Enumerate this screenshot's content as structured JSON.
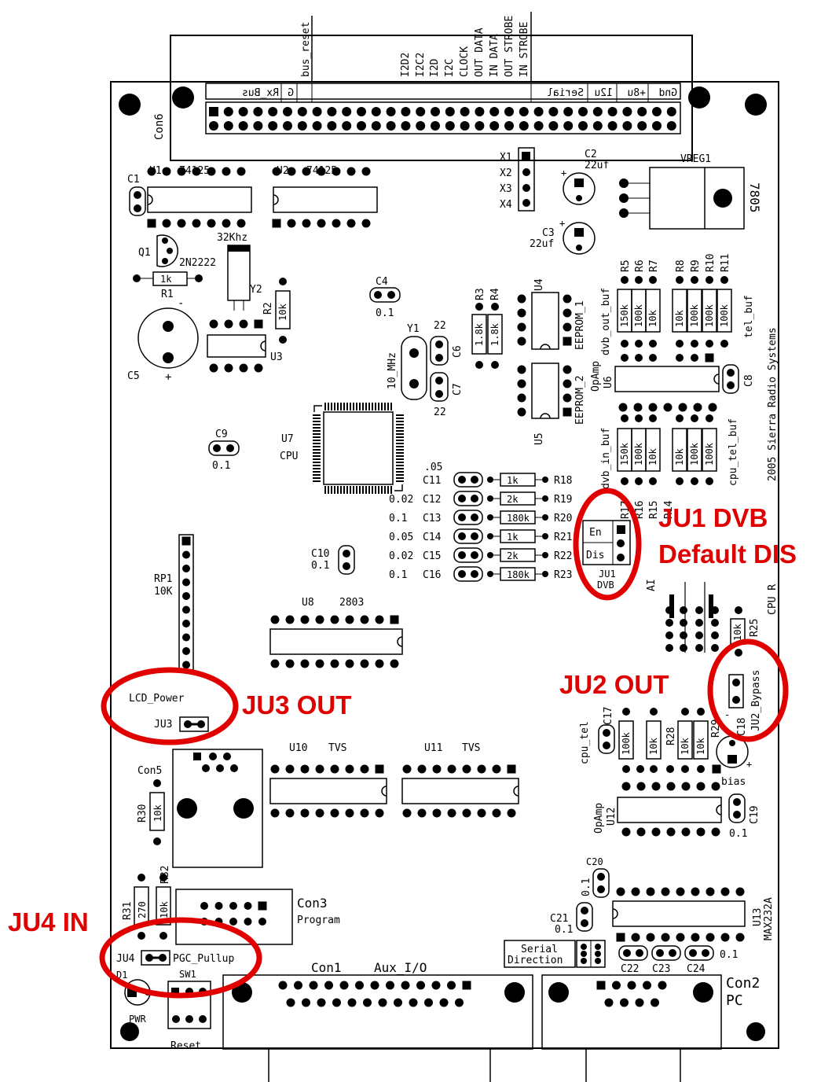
{
  "connector_top": {
    "ref": "Con6",
    "signals": [
      "bus_reset",
      "I2D2",
      "I2C2",
      "I2D",
      "I2C",
      "CLOCK",
      "OUT DATA",
      "IN DATA",
      "OUT STROBE",
      "IN STROBE"
    ],
    "header_labels": [
      "Rx_Bus",
      "G",
      "Serial",
      "12u",
      "+8u",
      "Gnd"
    ]
  },
  "components": {
    "u1": "U1",
    "u1_part": "74125",
    "u2": "U2",
    "u2_part": "74125",
    "c1": "C1",
    "q1": "Q1",
    "q1_part": "2N2222",
    "r1": "R1",
    "r1_val": "1k",
    "y2_val": "32Khz",
    "y2": "Y2",
    "r2": "R2",
    "r2_val": "10k",
    "u3": "U3",
    "c5": "C5",
    "c5_minus": "-",
    "c5_plus": "+",
    "c4": "C4",
    "c4_val": "0.1",
    "x_pins": [
      "X1",
      "X2",
      "X3",
      "X4"
    ],
    "c2": "C2",
    "c2_val": "22uf",
    "c3": "C3",
    "c3_val": "22uf",
    "vreg": "VREG1",
    "vreg_part": "7805",
    "r3": "R3",
    "r4": "R4",
    "r3_val": "1.8k",
    "r4_val": "1.8k",
    "y1": "Y1",
    "y1_val": "10_MHz",
    "c6": "C6",
    "c6_val": "22",
    "c7": "C7",
    "c7_val": "22",
    "u4": "U4",
    "eeprom1": "EEPROM_1",
    "u5": "U5",
    "eeprom2": "EEPROM_2",
    "r_top": [
      "R5",
      "R6",
      "R7",
      "R8",
      "R9",
      "R10",
      "R11"
    ],
    "r_top_vals": [
      "150k",
      "100k",
      "10k",
      "10k",
      "100k",
      "100k",
      "100k"
    ],
    "dvb_out_buf": "dvb_out_buf",
    "tel_buf": "tel_buf",
    "opamp": "OpAmp",
    "u6": "U6",
    "c8": "C8",
    "company": "2005 Sierra Radio Systems",
    "r_mid_vals": [
      "150k",
      "100k",
      "10k",
      "10k",
      "100k",
      "100k"
    ],
    "dvb_in_buf": "dvb_in_buf",
    "cpu_tel_buf": "cpu_tel_buf",
    "r_mid_refs": [
      "R17",
      "R16",
      "R15",
      "R14"
    ],
    "c9": "C9",
    "c9_val": "0.1",
    "u7": "U7",
    "u7_part": "CPU",
    "c11_val": ".05",
    "c_filter": [
      "C11",
      "C12",
      "C13",
      "C14",
      "C15",
      "C16"
    ],
    "c_filter_vals": [
      "",
      "0.02",
      "0.1",
      "0.05",
      "0.02",
      "0.1"
    ],
    "r_filter_vals": [
      "1k",
      "2k",
      "180k",
      "1k",
      "2k",
      "180k"
    ],
    "r_filter_refs": [
      "R18",
      "R19",
      "R20",
      "R21",
      "R22",
      "R23"
    ],
    "ju1_en": "En",
    "ju1_dis": "Dis",
    "ju1": "JU1",
    "ju1_dvb": "DVB",
    "c10": "C10",
    "c10_val": "0.1",
    "rp1": "RP1",
    "rp1_val": "10K",
    "u8": "U8",
    "u8_part": "2803",
    "ai": "AI",
    "cpu_r": "CPU R",
    "r25": "R25",
    "r25_val": "10k",
    "lcd_power": "LCD_Power",
    "ju3": "JU3",
    "ju2_bypass": "JU2_Bypass",
    "c18": "C18",
    "cpu_tel": "cpu_tel",
    "c17": "C17",
    "r_low_vals": [
      "100k",
      "10k",
      "10k",
      "10k"
    ],
    "r28": "R28",
    "r29": "R29",
    "bias": "bias",
    "u10": "U10",
    "u10_part": "TVS",
    "u11": "U11",
    "u11_part": "TVS",
    "con5": "Con5",
    "r30": "R30",
    "r30_val": "10k",
    "u12": "U12",
    "opamp2": "OpAmp",
    "c19": "C19",
    "c19_val": "0.1",
    "r32": "R32",
    "r31": "R31",
    "r31_val": "270",
    "r32_val": "10k",
    "con3": "Con3",
    "con3_sub": "Program",
    "c20": "C20",
    "c20_val": "0.1",
    "c21": "C21",
    "c21_val": "0.1",
    "u13": "U13",
    "u13_part": "MAX232A",
    "serial_dir": "Serial",
    "serial_dir2": "Direction",
    "c22": "C22",
    "c23": "C23",
    "c24": "C24",
    "c24_val": "0.1",
    "ju4": "JU4",
    "pgc_pullup": "PGC_Pullup",
    "d1": "D1",
    "pwr": "PWR",
    "sw1": "SW1",
    "reset": "Reset",
    "con1": "Con1",
    "con1_sub": "Aux_I/O",
    "con2": "Con2",
    "con2_sub": "PC"
  },
  "annotations": {
    "ju1_line1": "JU1 DVB",
    "ju1_line2": "Default DIS",
    "ju2": "JU2 OUT",
    "ju3": "JU3 OUT",
    "ju4": "JU4 IN"
  },
  "colors": {
    "annotation": "#e00000",
    "trace": "#000000"
  }
}
